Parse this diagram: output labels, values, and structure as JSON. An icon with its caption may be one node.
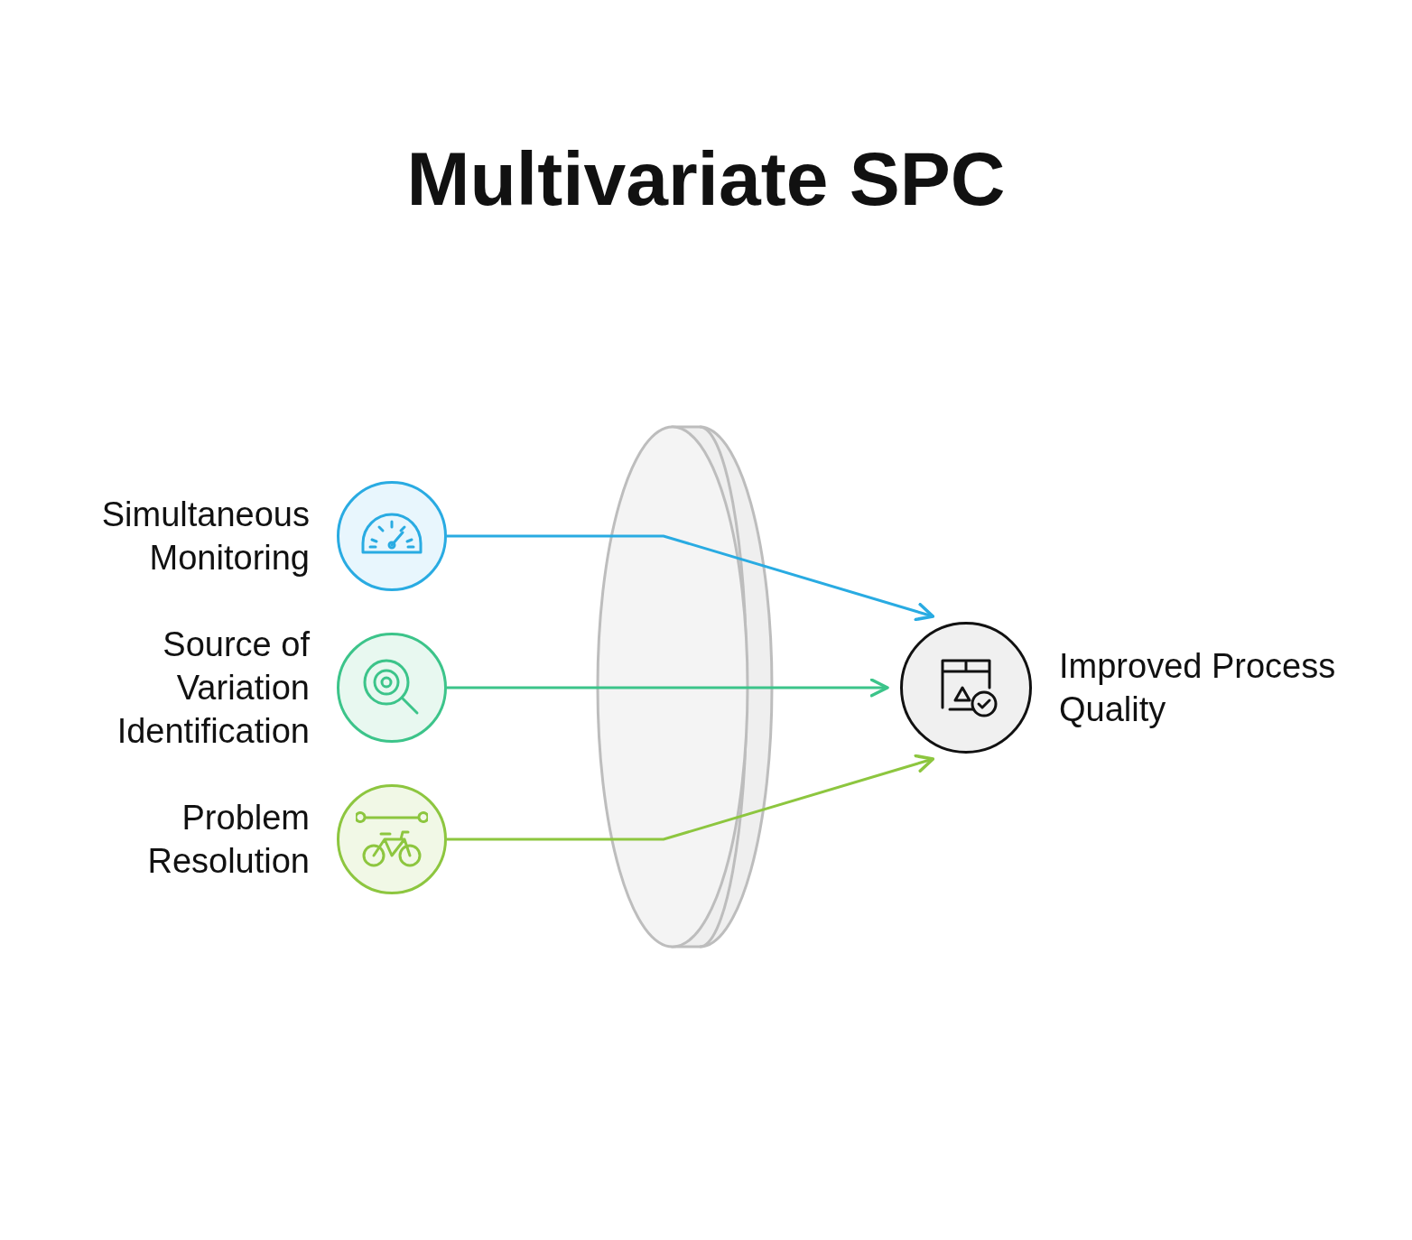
{
  "diagram": {
    "title": "Multivariate SPC",
    "nodes": [
      {
        "text": [
          "Simultaneous Monitoring"
        ]
      },
      {
        "text": [
          "Source of Variation Identification"
        ]
      },
      {
        "text": [
          "Problem Resolution"
        ]
      },
      {
        "text": [
          "Improved Process Quality"
        ]
      }
    ],
    "edges": [
      {
        "from": 0,
        "to": 3,
        "arrow": "to",
        "color": "#29abe2"
      },
      {
        "from": 1,
        "to": 3,
        "arrow": "to",
        "color": "#3cc48a"
      },
      {
        "from": 2,
        "to": 3,
        "arrow": "to",
        "color": "#8dc63f"
      }
    ]
  }
}
